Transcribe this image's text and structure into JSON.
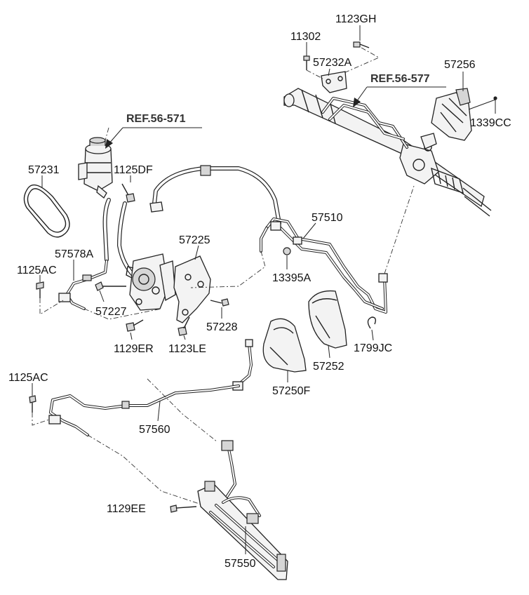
{
  "references": {
    "ref_571": "REF.56-571",
    "ref_577": "REF.56-577"
  },
  "parts": {
    "p_1123GH": "1123GH",
    "p_11302": "11302",
    "p_57232A": "57232A",
    "p_57256": "57256",
    "p_1339CC": "1339CC",
    "p_57231": "57231",
    "p_1125DF": "1125DF",
    "p_57225": "57225",
    "p_57578A": "57578A",
    "p_1125AC_top": "1125AC",
    "p_57227": "57227",
    "p_57228": "57228",
    "p_1129ER": "1129ER",
    "p_1123LE": "1123LE",
    "p_57510": "57510",
    "p_13395A": "13395A",
    "p_1799JC": "1799JC",
    "p_57252": "57252",
    "p_57250F": "57250F",
    "p_1125AC_bottom": "1125AC",
    "p_57560": "57560",
    "p_1129EE": "1129EE",
    "p_57550": "57550"
  }
}
